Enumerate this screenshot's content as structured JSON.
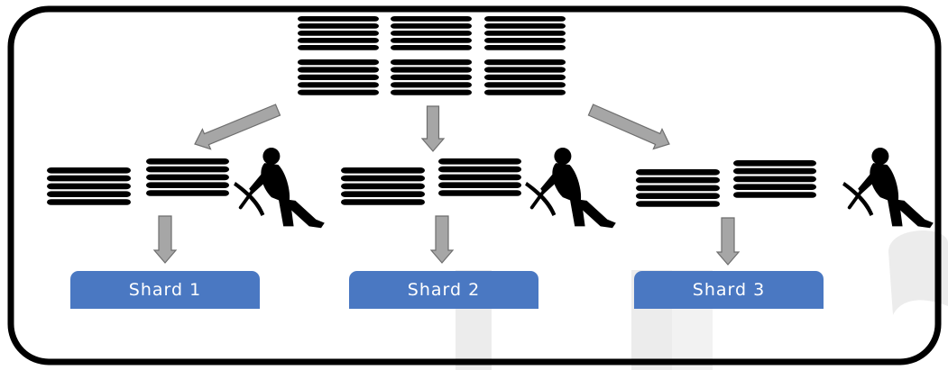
{
  "diagram": {
    "shards": [
      {
        "label": "Shard 1"
      },
      {
        "label": "Shard 2"
      },
      {
        "label": "Shard 3"
      }
    ]
  },
  "colors": {
    "frame": "#000000",
    "disk": "#000000",
    "arrow_fill": "#a6a6a6",
    "arrow_stroke": "#6e6e6e",
    "shard_fill": "#4a78c2",
    "shard_text": "#ffffff",
    "watermark": "#ebebeb"
  },
  "icons": {
    "database": "database-stack-icon",
    "miner": "miner-with-pickaxe-icon"
  }
}
